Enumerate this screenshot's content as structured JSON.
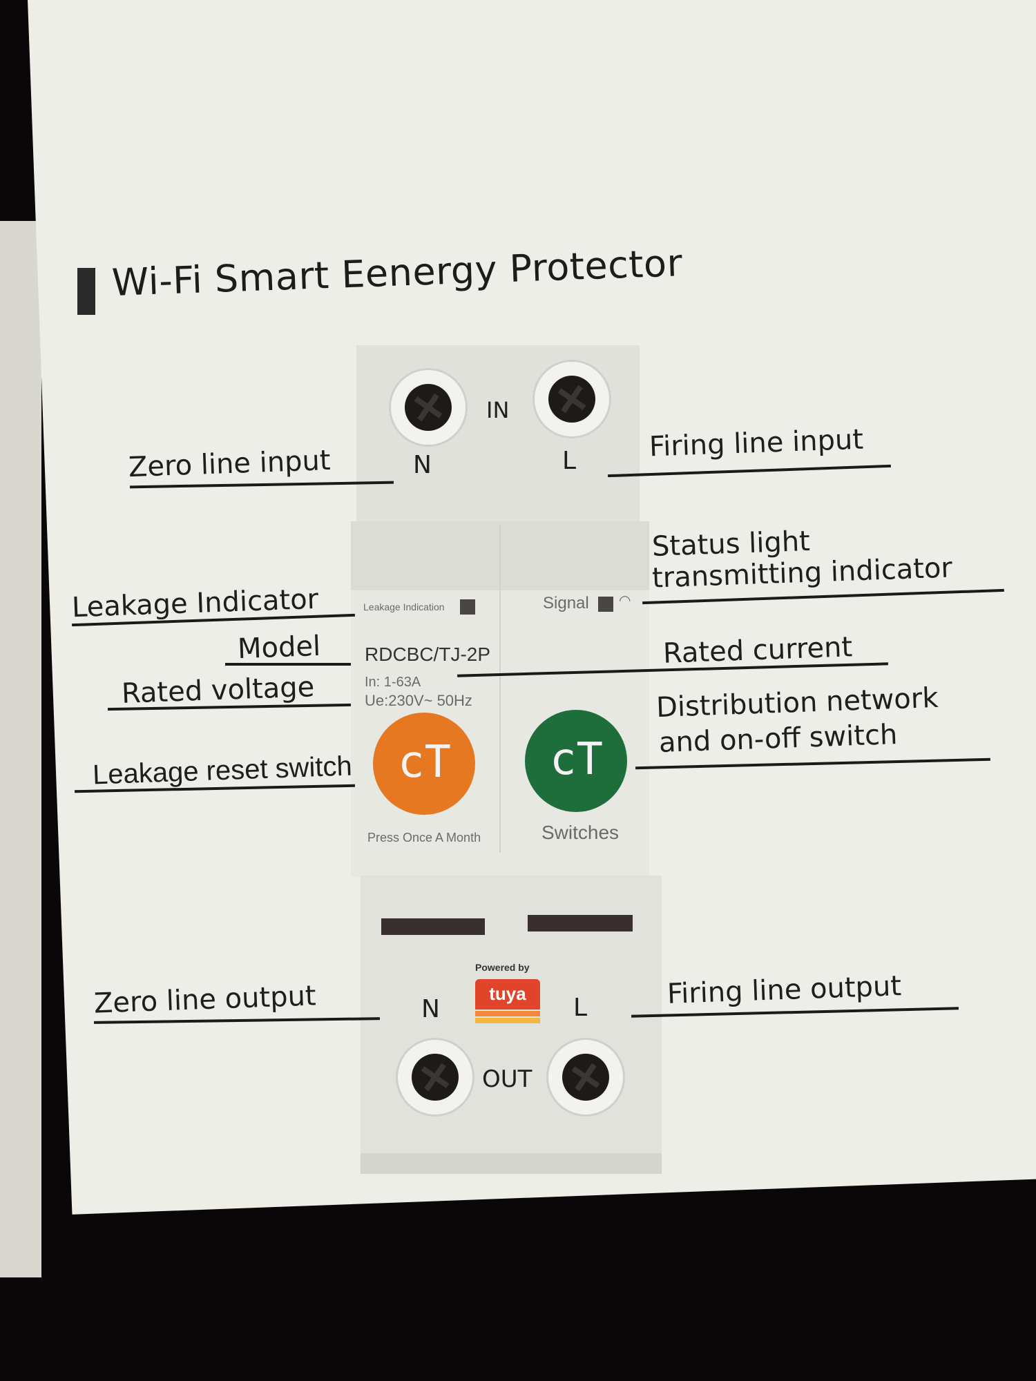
{
  "title": "Wi-Fi Smart Eenergy Protector",
  "labels": {
    "zero_line_input": "Zero line input",
    "firing_line_input": "Firing line input",
    "status_light_1": "Status light",
    "status_light_2": "transmitting indicator",
    "leakage_indicator": "Leakage Indicator",
    "model": "Model",
    "rated_current": "Rated current",
    "rated_voltage": "Rated voltage",
    "distribution_1": "Distribution network",
    "distribution_2": "and on-off switch",
    "leakage_reset_switch": "Leakage reset switch",
    "zero_line_output": "Zero line output",
    "firing_line_output": "Firing line output"
  },
  "device": {
    "in_label": "IN",
    "out_label": "OUT",
    "neutral": "N",
    "line": "L",
    "leakage_indication": "Leakage Indication",
    "signal": "Signal",
    "model_code": "RDCBC/TJ-2P",
    "current_spec": "In: 1-63A",
    "voltage_spec": "Ue:230V~ 50Hz",
    "button_glyph": "cT",
    "reset_caption": "Press Once A Month",
    "switch_caption": "Switches",
    "powered_by": "Powered by",
    "brand": "tuya",
    "colors": {
      "reset_button": "#e67822",
      "switch_button": "#1e6e3c"
    }
  }
}
